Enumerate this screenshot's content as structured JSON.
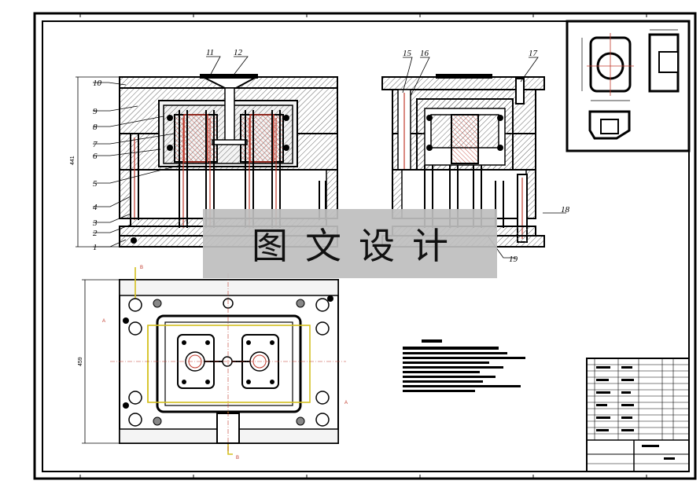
{
  "watermark": "图文设计",
  "part_numbers": [
    "1",
    "2",
    "3",
    "4",
    "5",
    "6",
    "7",
    "8",
    "9",
    "10",
    "11",
    "12",
    "15",
    "16",
    "17",
    "18",
    "19"
  ],
  "dimensions": {
    "front_height": "441",
    "plan_height": "459"
  },
  "section_markers": [
    "A",
    "A",
    "B",
    "B"
  ],
  "colors": {
    "line": "#000000",
    "hatch": "#555555",
    "cavity_red": "#c0392b",
    "yellow": "#d4c020",
    "watermark_bg": "#bebebe"
  }
}
